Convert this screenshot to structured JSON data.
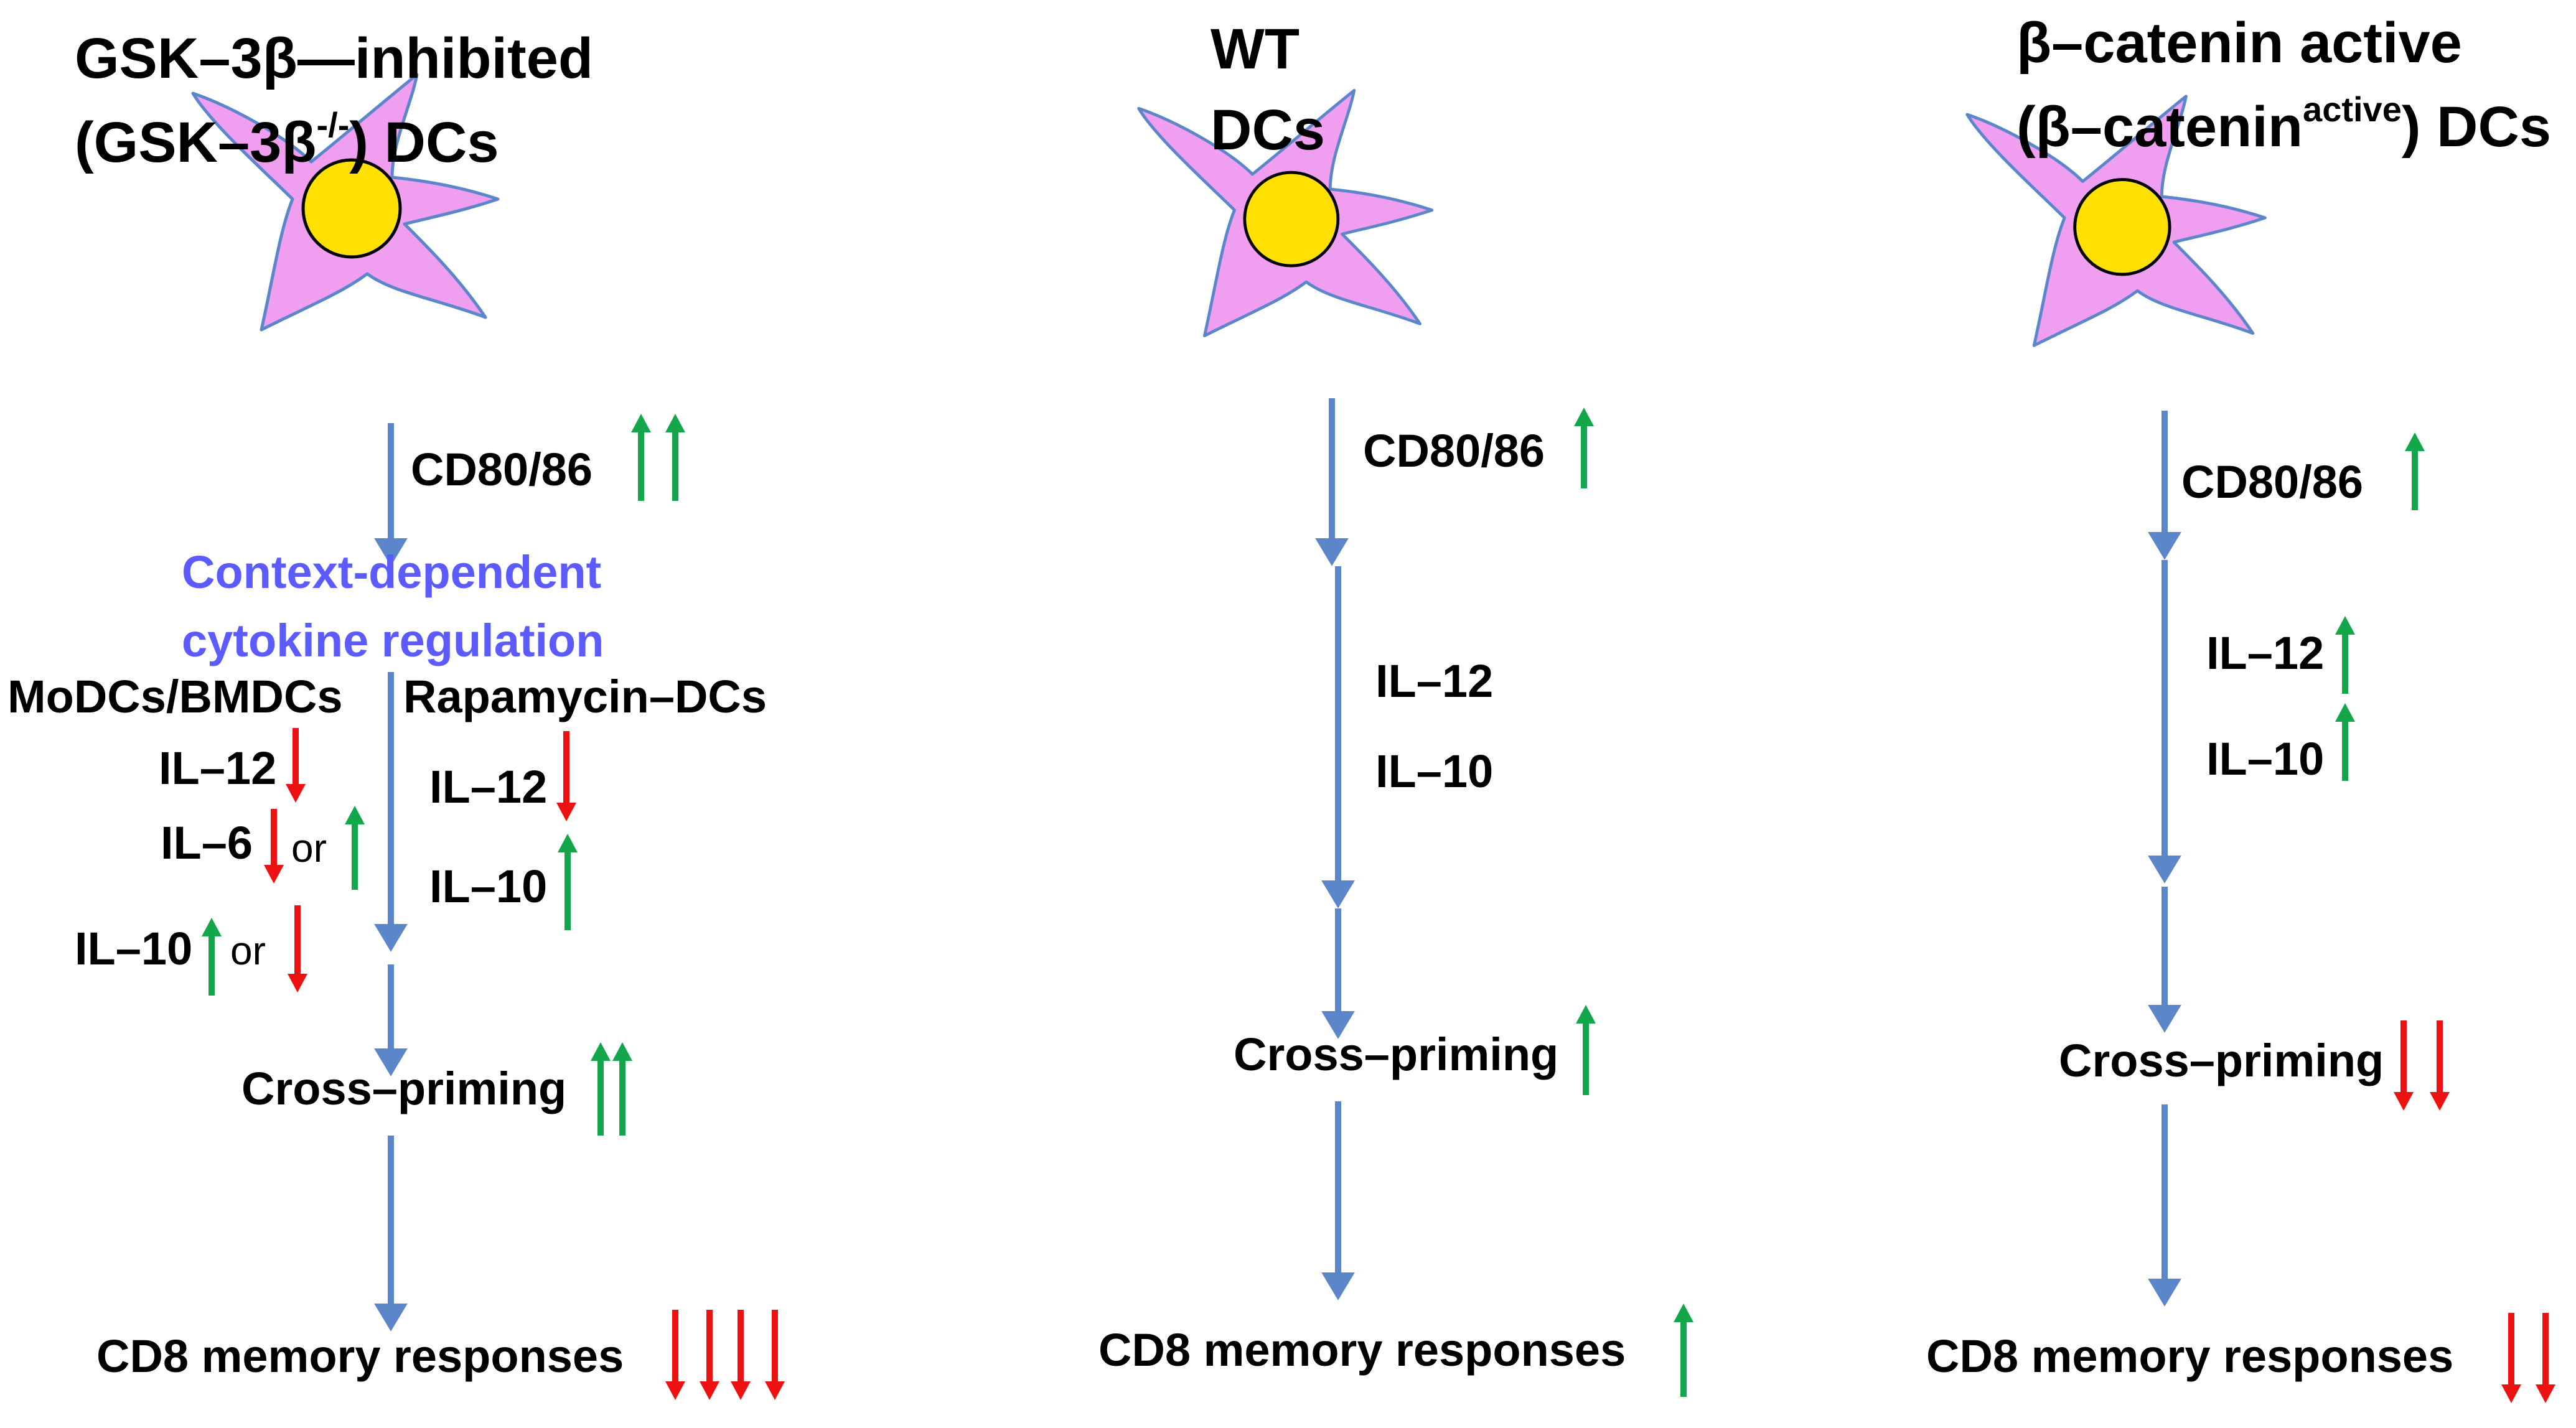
{
  "colors": {
    "cell_fill": "#ef9ef0",
    "cell_stroke": "#5b86c9",
    "nucleus_fill": "#ffe000",
    "nucleus_stroke": "#000000",
    "flow_arrow": "#5b86c9",
    "up_arrow": "#14a64a",
    "down_arrow": "#ee1111",
    "context_text": "#5b5bff"
  },
  "panels": {
    "gsk": {
      "title_line1": "GSK–3β—inhibited",
      "title_line2_pre": "(GSK–3β",
      "title_line2_sup": "-/-",
      "title_line2_post": ")  DCs",
      "cd80": "CD80/86",
      "context_line1": "Context-dependent",
      "context_line2": "cytokine regulation",
      "left_header": "MoDCs/BMDCs",
      "right_header": "Rapamycin–DCs",
      "left_il12": "IL–12",
      "left_il6": "IL–6",
      "left_il10": "IL–10",
      "or_1": "or",
      "or_2": "or",
      "right_il12": "IL–12",
      "right_il10": "IL–10",
      "cross_priming": "Cross–priming",
      "memory": "CD8 memory responses"
    },
    "wt": {
      "title_line1": "WT",
      "title_line2": "DCs",
      "cd80": "CD80/86",
      "il12": "IL–12",
      "il10": "IL–10",
      "cross_priming": "Cross–priming",
      "memory": "CD8 memory responses"
    },
    "catenin": {
      "title_line1": "β–catenin active",
      "title_line2_pre": "(β–catenin",
      "title_line2_sup": "active",
      "title_line2_post": ") DCs",
      "cd80": "CD80/86",
      "il12": "IL–12",
      "il10": "IL–10",
      "cross_priming": "Cross–priming",
      "memory": "CD8 memory responses"
    }
  }
}
